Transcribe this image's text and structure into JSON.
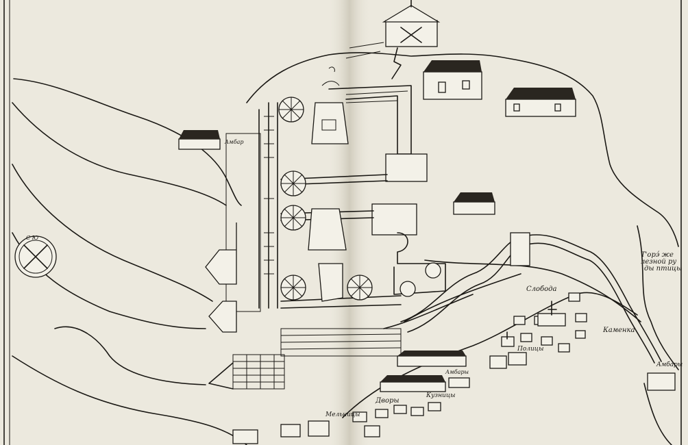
{
  "map": {
    "colors": {
      "paper": "#ece9de",
      "ink": "#1a1814",
      "fold_shadow": "#cfcabb"
    },
    "labels": {
      "label_1": "Т'орэ́ же",
      "label_2": "лезной ру",
      "label_3": "ды птицы",
      "label_4": "Слобода",
      "label_5": "Каменка",
      "label_6": "Полицы",
      "label_7": "Дворы",
      "label_8": "Кузницы",
      "label_9": "Мельницы",
      "label_10": "Амбары",
      "label_11": "Амбар",
      "label_12": "Амбары"
    },
    "compass": {
      "letters": "С Ю"
    }
  }
}
